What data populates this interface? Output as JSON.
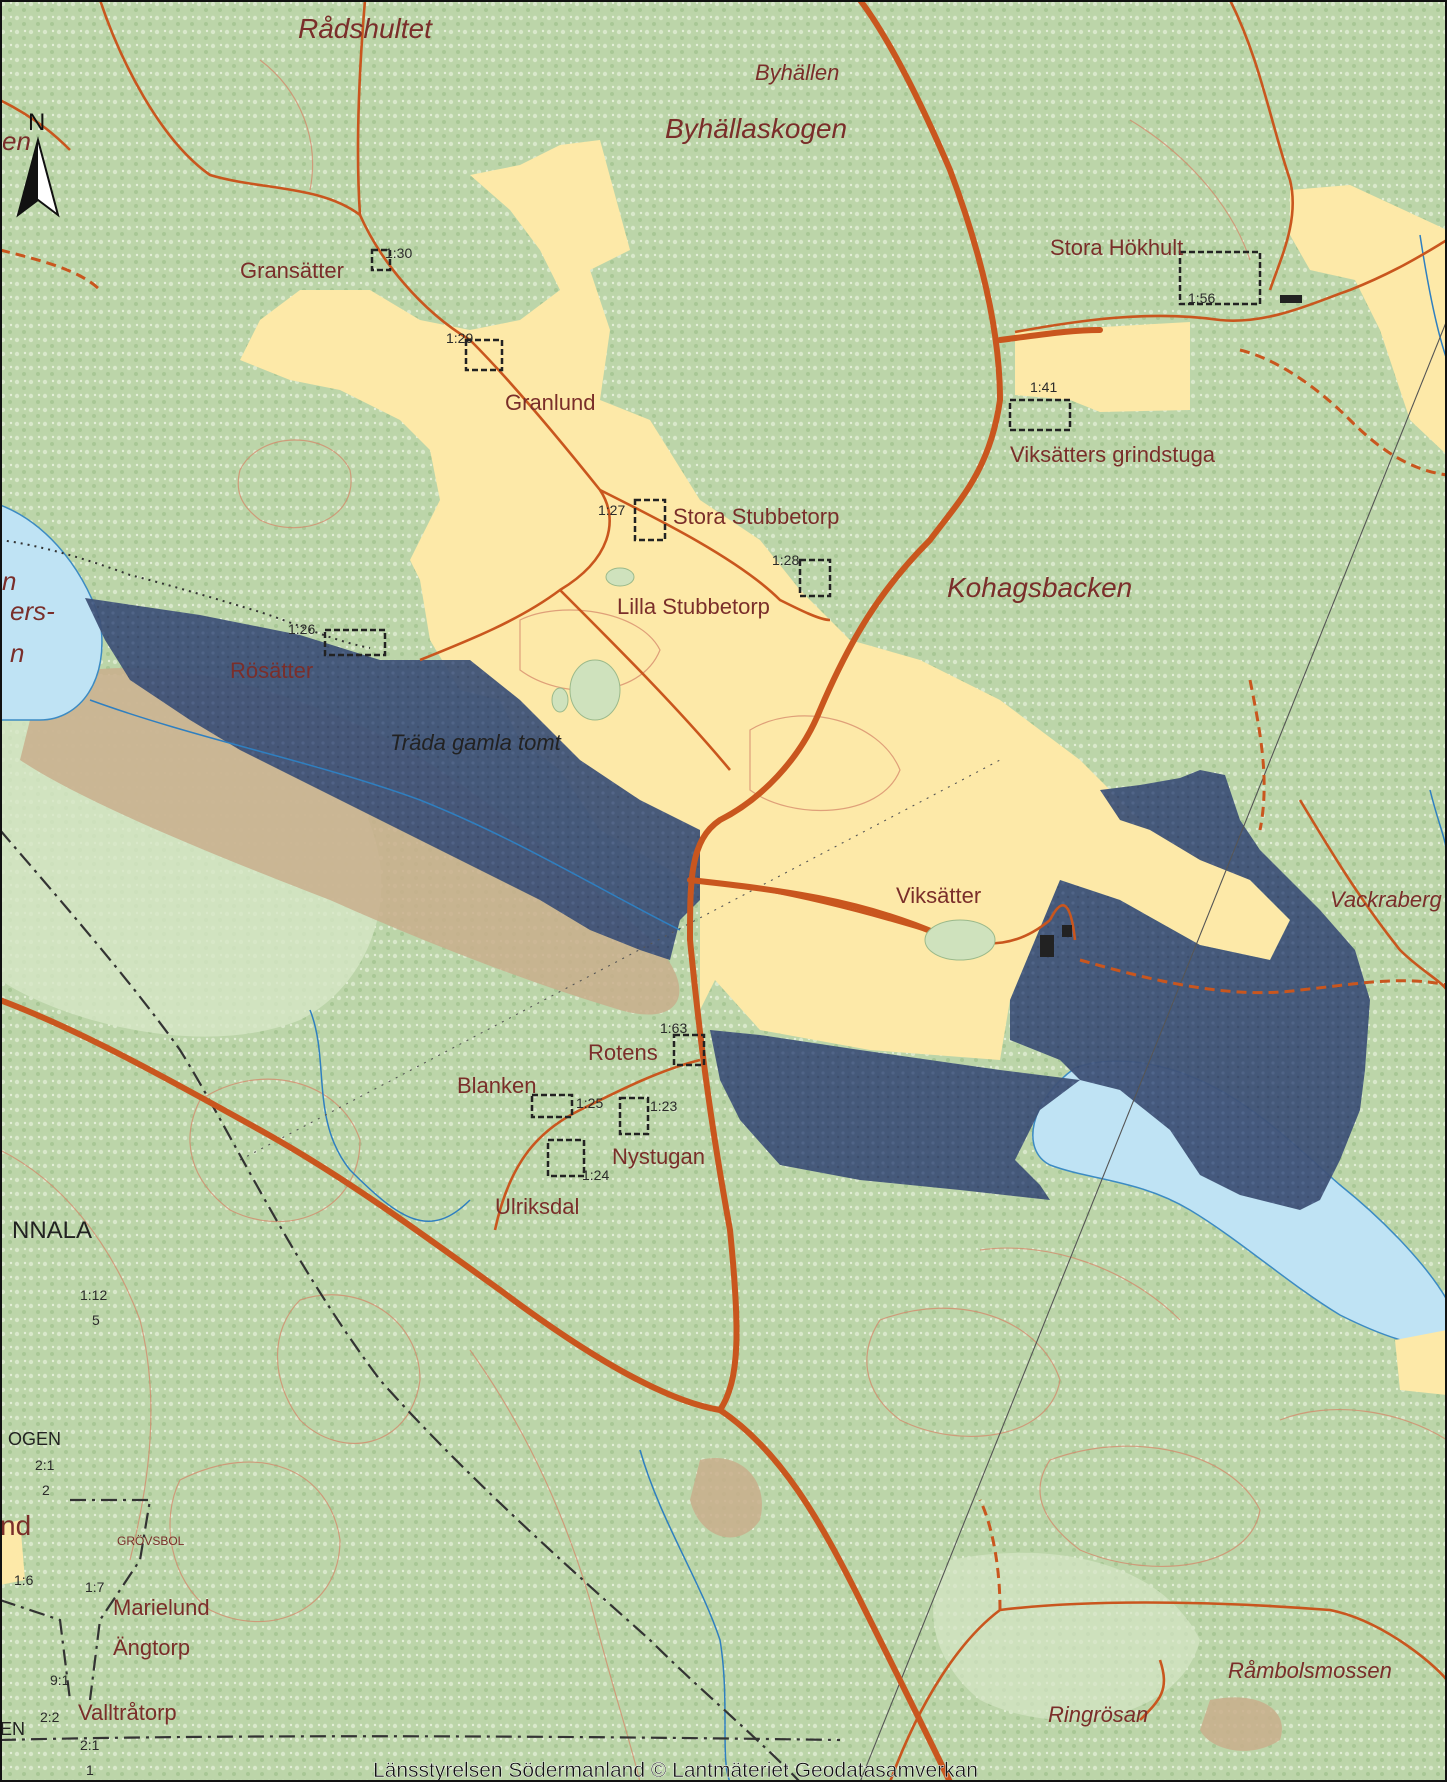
{
  "map": {
    "attribution": "Länsstyrelsen Södermanland © Lantmäteriet Geodatasamverkan",
    "north_label": "N",
    "colors": {
      "forest": "#b9d3a6",
      "forest_light": "#cfe2bd",
      "field": "#fde9a8",
      "reserve": "#3f5277",
      "water": "#bfe3f4",
      "bog": "#cdb69a",
      "road": "#c9561e",
      "label": "#7a2e2a"
    },
    "labels": {
      "radshultet": "Rådshultet",
      "byhallen": "Byhällen",
      "byhallaskogen": "Byhällaskogen",
      "stora_hokhult": "Stora Hökhult",
      "gransatter": "Gransätter",
      "granlund": "Granlund",
      "viksatters_grindstuga": "Viksätters grindstuga",
      "stora_stubbetorp": "Stora Stubbetorp",
      "kohagsbacken": "Kohagsbacken",
      "lilla_stubbetorp": "Lilla Stubbetorp",
      "rosatter": "Rösätter",
      "trada_gamla_tomt": "Träda gamla tomt",
      "viksatter": "Viksätter",
      "vackraberg": "Vackraberg",
      "rotens": "Rotens",
      "blanken": "Blanken",
      "nystugan": "Nystugan",
      "ulriksdal": "Ulriksdal",
      "nnala": "NNALA",
      "grovsbol": "GRÖVSBOL",
      "marielund": "Marielund",
      "angtorp": "Ängtorp",
      "valltratorp": "Valltråtorp",
      "rambolsmossen": "Råmbolsmossen",
      "ringrosan": "Ringrösan",
      "edge_en": "en",
      "edge_n": "n",
      "edge_ers": "ers-",
      "edge_n2": "n",
      "edge_ogen": "OGEN",
      "edge_nd": "nd",
      "edge_en2": "EN"
    },
    "parcels": {
      "p130": "1:30",
      "p129": "1:29",
      "p127": "1:27",
      "p128": "1:28",
      "p126": "1:26",
      "p141": "1:41",
      "p156": "1:56",
      "p163": "1:63",
      "p125": "1:25",
      "p123": "1:23",
      "p124": "1:24",
      "p112": "1:12",
      "p5": "5",
      "p21a": "2:1",
      "p2": "2",
      "p16": "1:6",
      "p17": "1:7",
      "p91": "9:1",
      "p22": "2:2",
      "p21b": "2:1",
      "p1": "1"
    }
  }
}
